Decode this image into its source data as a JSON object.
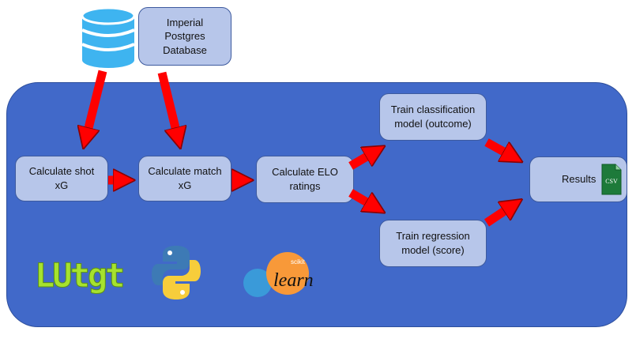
{
  "nodes": {
    "database": "Imperial\nPostgres\nDatabase",
    "shot_xg": "Calculate shot\nxG",
    "match_xg": "Calculate match\nxG",
    "elo": "Calculate ELO\nratings",
    "classification": "Train classification\nmodel (outcome)",
    "regression": "Train regression\nmodel (score)",
    "results": "Results"
  },
  "file_icon": {
    "label": "CSV",
    "icon": "csv-file-icon"
  },
  "logos": {
    "luigi": {
      "text": "LUtgt",
      "icon": "luigi-logo"
    },
    "python": {
      "icon": "python-logo"
    },
    "sklearn": {
      "small": "scikit",
      "big": "learn",
      "icon": "scikit-learn-logo"
    }
  },
  "colors": {
    "background_panel": "#4169c9",
    "node_fill": "#b7c6ea",
    "arrow": "#ff0000",
    "database": "#3eb4f0"
  }
}
